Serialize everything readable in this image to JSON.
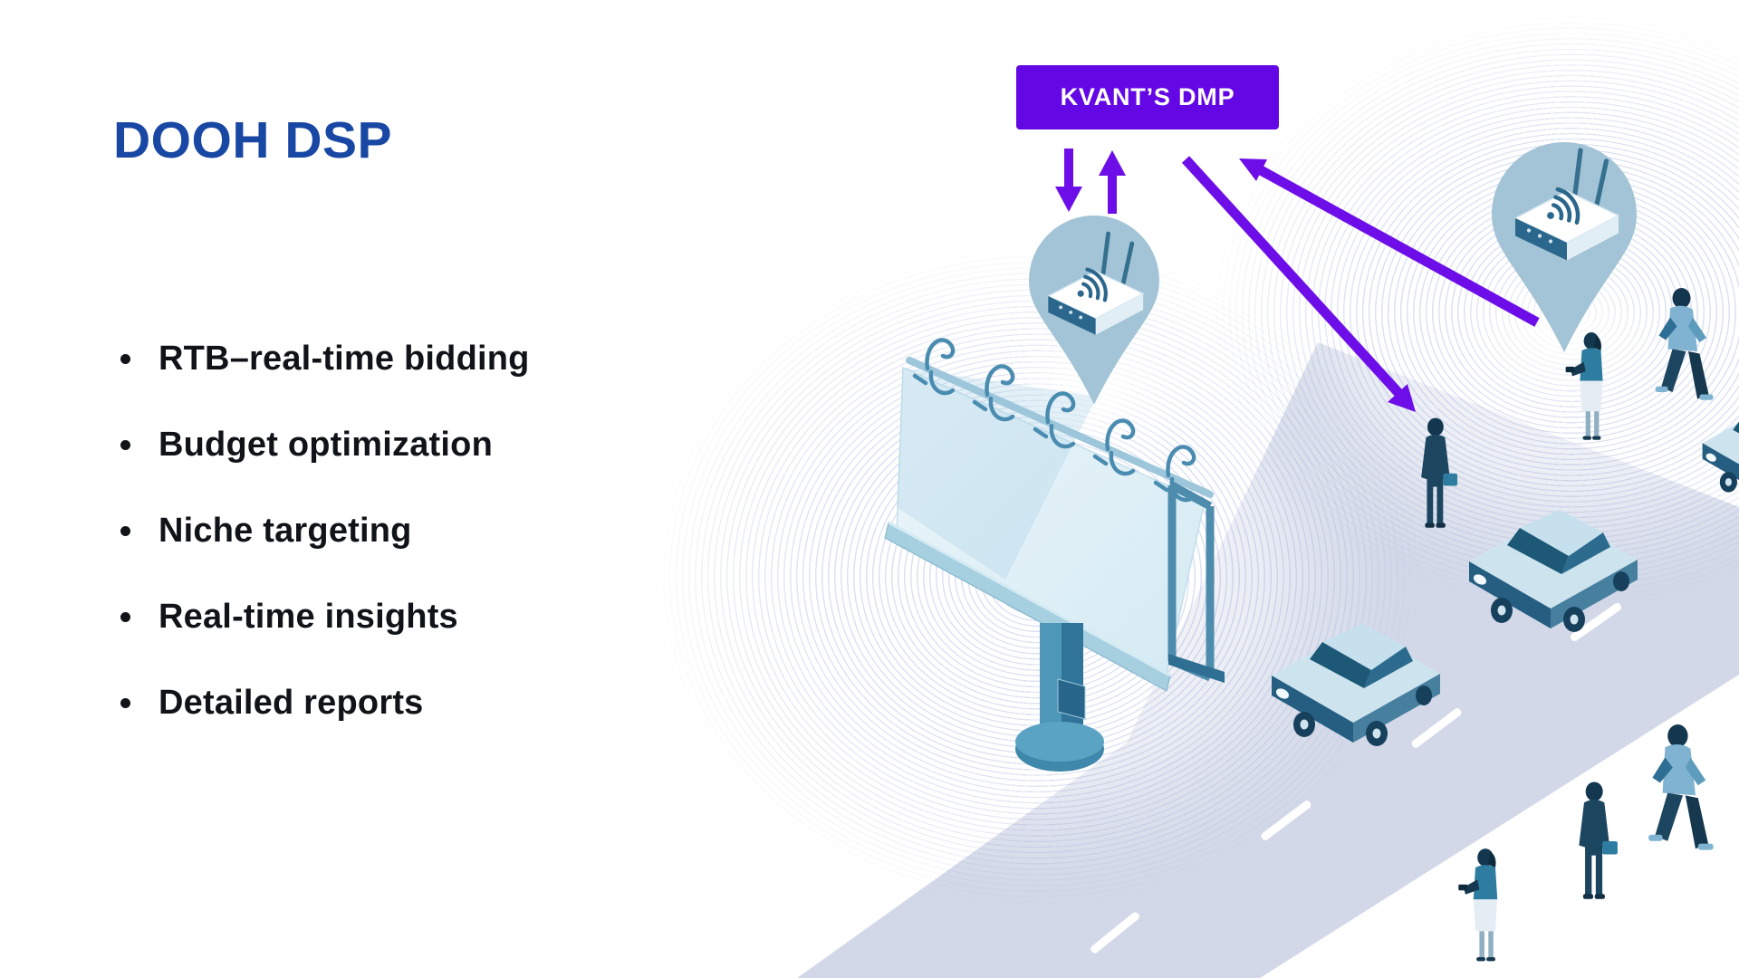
{
  "slide": {
    "title": "DOOH DSP",
    "bullets": [
      "RTB–real-time bidding",
      "Budget optimization",
      "Niche targeting",
      "Real-time insights",
      "Detailed reports"
    ]
  },
  "diagram": {
    "dmp_box_label": "KVANT’S DMP",
    "icons": [
      "location-pin-icon",
      "wifi-router-icon",
      "wifi-waves-icon",
      "billboard-icon",
      "car-icon",
      "pedestrian-icon",
      "arrow-down-icon",
      "arrow-up-icon",
      "arrow-diagonal-icon",
      "bullet-icon"
    ],
    "colors": {
      "title_blue": "#1847a4",
      "body_text": "#101418",
      "dmp_purple": "#6307e4",
      "arrow_purple": "#6d0ee8",
      "pin_blue": "#a2c4d6",
      "road_lavender": "#d2d8e8",
      "ripple_ring": "#7a8ac6",
      "structure_blue": "#4e8cad",
      "glass_teal": "#1d5877",
      "car_light": "#cde4ef"
    }
  }
}
